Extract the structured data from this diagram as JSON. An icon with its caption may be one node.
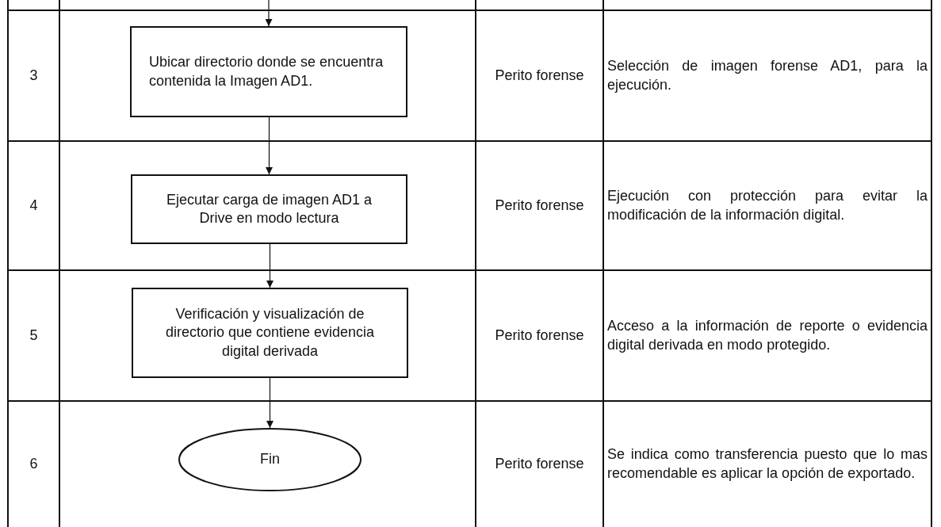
{
  "diagram": {
    "nodes": [
      {
        "text": [
          "Ubicar directorio donde se encuentra contenida la Imagen AD1."
        ]
      },
      {
        "text": [
          "Ejecutar carga de imagen AD1 a Drive en modo lectura"
        ]
      },
      {
        "text": [
          "Verificación y visualización de directorio que contiene evidencia digital derivada"
        ]
      },
      {
        "text": [
          "Fin"
        ]
      }
    ],
    "edges": [
      {
        "from": null,
        "to": 0,
        "arrow": "to"
      },
      {
        "from": 0,
        "to": 1,
        "arrow": "to"
      },
      {
        "from": 1,
        "to": 2,
        "arrow": "to"
      },
      {
        "from": 2,
        "to": 3,
        "arrow": "to"
      }
    ],
    "labels": [
      "3",
      "Perito forense",
      "Selección de imagen forense AD1, para la ejecución.",
      "4",
      "Perito forense",
      "Ejecución con protección para evitar la modificación de la información digital.",
      "5",
      "Perito forense",
      "Acceso a la información de reporte o evidencia digital derivada en modo protegido.",
      "6",
      "Perito forense",
      "Se indica como transferencia puesto que lo mas recomendable es aplicar la opción de exportado."
    ]
  }
}
